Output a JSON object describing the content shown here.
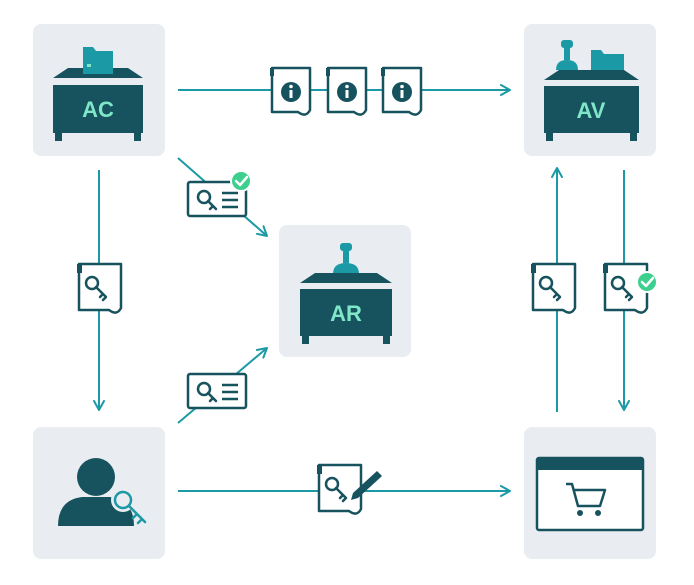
{
  "nodes": {
    "ac": {
      "label": "AC"
    },
    "av": {
      "label": "AV"
    },
    "ar": {
      "label": "AR"
    },
    "user": {
      "icon": "user-key-icon"
    },
    "shop": {
      "icon": "shopping-cart-icon"
    }
  },
  "colors": {
    "box_bg": "#e9edf1",
    "primary": "#17535e",
    "accent": "#1b9aa6",
    "label": "#7fe6c8",
    "check": "#3ccf8e",
    "doc_fill": "#ffffff"
  }
}
